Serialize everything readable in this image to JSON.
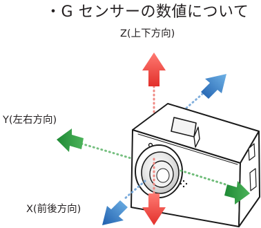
{
  "title": "・G センサーの数値について",
  "axes": {
    "z": {
      "label": "Z(上下方向)",
      "color": "#e8403b"
    },
    "y": {
      "label": "Y(左右方向)",
      "color": "#25943a"
    },
    "x": {
      "label": "X(前後方向)",
      "color": "#2f6db3"
    }
  },
  "device": {
    "name": "dash-camera",
    "body_color": "#ffffff",
    "outline_color": "#1a1a1a"
  }
}
